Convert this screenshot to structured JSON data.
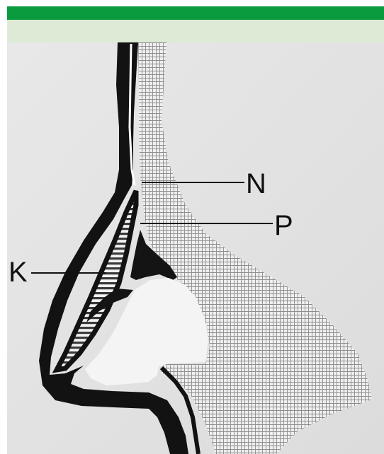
{
  "header": {
    "bar_color": "#0b9b3f",
    "sub_bar_color": "#ddebd6"
  },
  "figure": {
    "labels": {
      "n": "N",
      "p": "P",
      "k": "K"
    }
  }
}
